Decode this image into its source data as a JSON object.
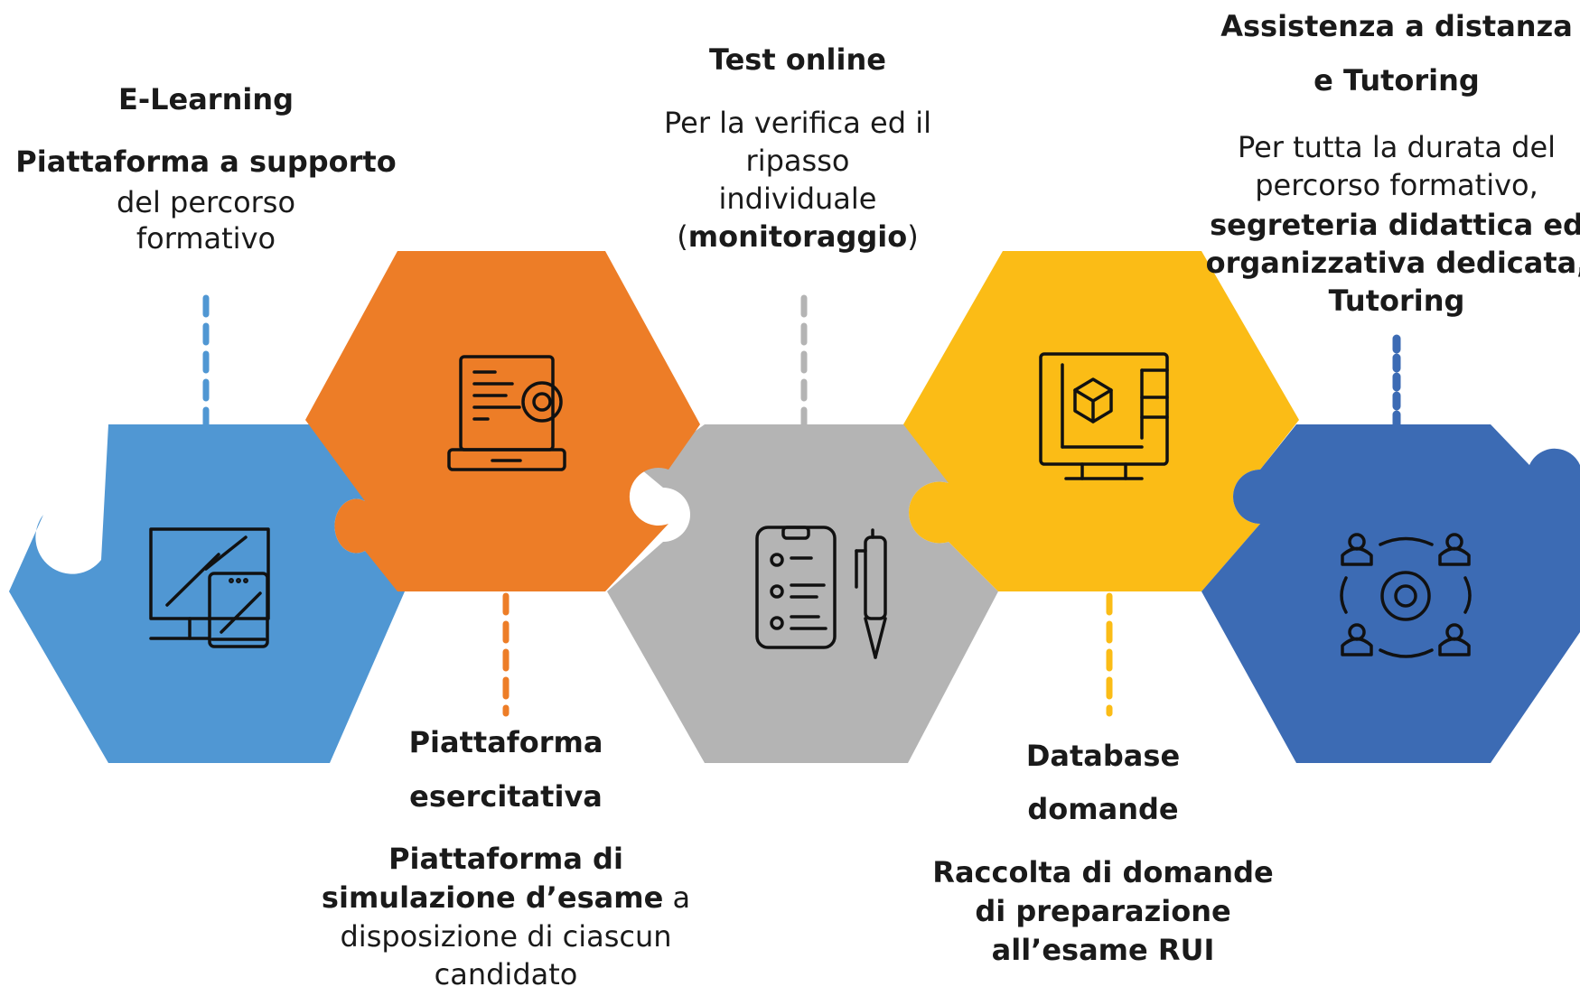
{
  "colors": {
    "elearning": "#5097d3",
    "esercitativa": "#ed7d27",
    "test": "#b4b4b4",
    "database": "#fbbc16",
    "assistenza": "#3c6bb4",
    "icon_stroke": "#111111"
  },
  "pieces": [
    {
      "id": "elearning",
      "icon": "devices-icon",
      "title": "E-Learning",
      "desc_bold": "Piattaforma a supporto",
      "desc_rest": "del percorso formativo"
    },
    {
      "id": "esercitativa",
      "icon": "laptop-gear-icon",
      "title_line1": "Piattaforma",
      "title_line2": "esercitativa",
      "desc_bold_line1": "Piattaforma di",
      "desc_bold_line2": "simulazione d’esame",
      "desc_rest_a": " a",
      "desc_rest_line3": "disposizione di ciascun",
      "desc_rest_line4": "candidato"
    },
    {
      "id": "test",
      "icon": "clipboard-pen-icon",
      "title": "Test online",
      "desc_line1": "Per la verifica ed il",
      "desc_line2": "ripasso",
      "desc_line3": "individuale",
      "desc_open": "(",
      "desc_bold": "monitoraggio",
      "desc_close": ")"
    },
    {
      "id": "database",
      "icon": "monitor-cube-icon",
      "title_line1": "Database",
      "title_line2": "domande",
      "desc_line1": "Raccolta di domande",
      "desc_line2": "di preparazione",
      "desc_line3": "all’esame RUI"
    },
    {
      "id": "assistenza",
      "icon": "people-gear-cycle-icon",
      "title_line1": "Assistenza a distanza",
      "title_line2": "e Tutoring",
      "desc_line1": "Per tutta la durata del",
      "desc_line2": "percorso formativo,",
      "desc_bold_line3": "segreteria didattica ed",
      "desc_bold_line4": "organizzativa dedicata,",
      "desc_bold_line5": "Tutoring"
    }
  ]
}
